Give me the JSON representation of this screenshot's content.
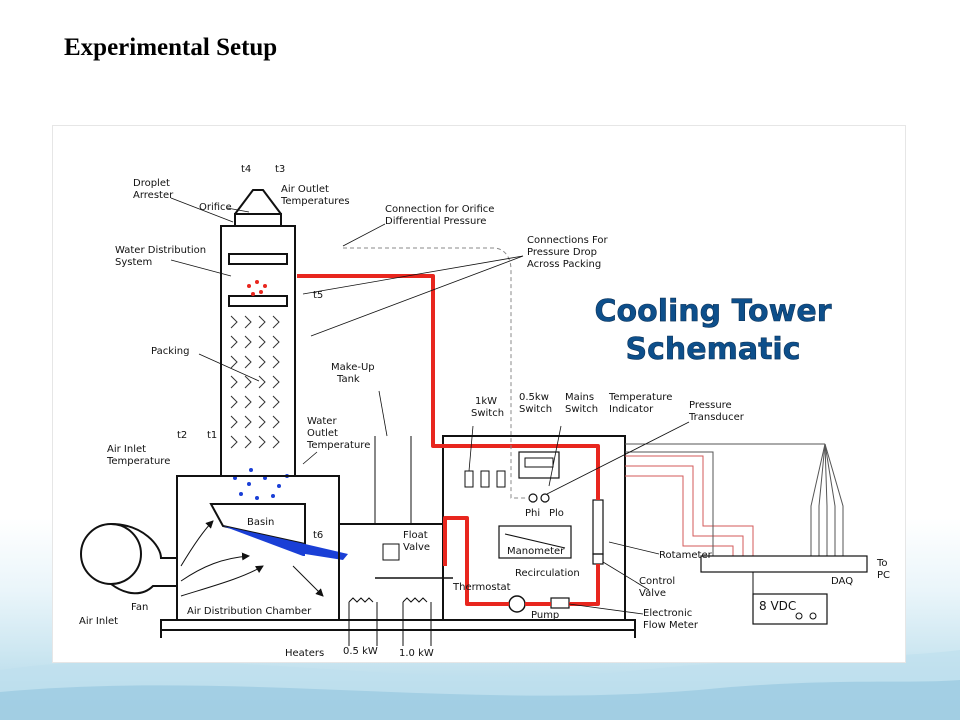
{
  "slide": {
    "title": "Experimental Setup"
  },
  "diagram": {
    "heading_line1": "Cooling Tower",
    "heading_line2": "Schematic",
    "labels": {
      "t4": "t4",
      "t3": "t3",
      "droplet_arrester": [
        "Droplet",
        "Arrester"
      ],
      "orifice": "Orifice",
      "air_outlet_temps": [
        "Air Outlet",
        "Temperatures"
      ],
      "orifice_connection": [
        "Connection for Orifice",
        "Differential Pressure"
      ],
      "water_distribution": [
        "Water Distribution",
        "System"
      ],
      "pressure_drop_connections": [
        "Connections For",
        "Pressure Drop",
        "Across Packing"
      ],
      "t5": "t5",
      "packing": "Packing",
      "makeup_tank": [
        "Make-Up",
        "Tank"
      ],
      "switch_1kw": [
        "1kW",
        "Switch"
      ],
      "switch_05kw": [
        "0.5kw",
        "Switch"
      ],
      "mains_switch": [
        "Mains",
        "Switch"
      ],
      "temperature_indicator": [
        "Temperature",
        "Indicator"
      ],
      "pressure_transducer": [
        "Pressure",
        "Transducer"
      ],
      "t2": "t2",
      "t1": "t1",
      "air_inlet_temperature": [
        "Air Inlet",
        "Temperature"
      ],
      "water_outlet_temperature": [
        "Water",
        "Outlet",
        "Temperature"
      ],
      "basin": "Basin",
      "t6": "t6",
      "float_valve": [
        "Float",
        "Valve"
      ],
      "p_hi": "Phi",
      "p_lo": "Plo",
      "manometer": "Manometer",
      "recirculation": "Recirculation",
      "rotameter": "Rotameter",
      "thermostat": "Thermostat",
      "pump": "Pump",
      "control_valve": [
        "Control",
        "Valve"
      ],
      "electronic_flow_meter": [
        "Electronic",
        "Flow Meter"
      ],
      "fan": "Fan",
      "air_inlet": "Air Inlet",
      "air_distribution_chamber": "Air Distribution Chamber",
      "heaters": "Heaters",
      "heater_05kw": "0.5  kW",
      "heater_10kw": "1.0  kW",
      "daq": "DAQ",
      "to_pc": [
        "To",
        "PC"
      ],
      "vdc": "8  VDC"
    },
    "colors": {
      "water_line": "#e8261e",
      "water_in_basin": "#1a3fd6",
      "heading_fill": "#0d4f8b",
      "line_art": "#1a1a1a"
    }
  }
}
